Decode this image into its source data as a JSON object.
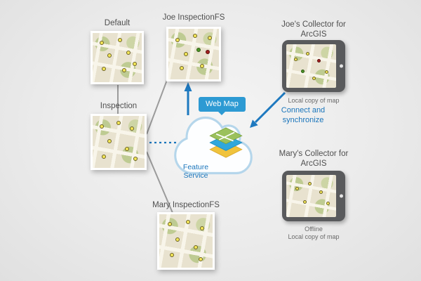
{
  "nodes": {
    "default": {
      "label": "Default"
    },
    "joe_fs": {
      "label": "Joe InspectionFS"
    },
    "inspection": {
      "label": "Inspection"
    },
    "mary_fs": {
      "label": "Mary InspectionFS"
    }
  },
  "cloud": {
    "badge_label": "Web Map",
    "service_label": "Feature Service"
  },
  "devices": {
    "joe": {
      "title": "Joe's Collector for ArcGIS",
      "caption": "Local copy of map"
    },
    "mary": {
      "title": "Mary's Collector for ArcGIS",
      "status": "Offline",
      "caption": "Local copy of map"
    }
  },
  "annotations": {
    "connect_sync": "Connect and synchronize"
  },
  "colors": {
    "accent_blue": "#1a75bb",
    "badge_blue": "#2d9ad3",
    "connector_gray": "#9b9b9b",
    "map_beige": "#e8e2cf",
    "cloud_outline": "#b5d6eb"
  },
  "map_markers": {
    "default": [
      {
        "x": 14,
        "y": 16,
        "c": "yellow"
      },
      {
        "x": 52,
        "y": 10,
        "c": "yellow"
      },
      {
        "x": 30,
        "y": 42,
        "c": "yellow"
      },
      {
        "x": 68,
        "y": 36,
        "c": "yellow"
      },
      {
        "x": 18,
        "y": 68,
        "c": "yellow"
      },
      {
        "x": 60,
        "y": 72,
        "c": "yellow"
      },
      {
        "x": 82,
        "y": 58,
        "c": "yellow"
      }
    ],
    "joe_fs": [
      {
        "x": 14,
        "y": 18,
        "c": "yellow"
      },
      {
        "x": 48,
        "y": 10,
        "c": "yellow"
      },
      {
        "x": 78,
        "y": 14,
        "c": "yellow"
      },
      {
        "x": 30,
        "y": 46,
        "c": "yellow"
      },
      {
        "x": 55,
        "y": 38,
        "c": "green"
      },
      {
        "x": 74,
        "y": 42,
        "c": "red"
      },
      {
        "x": 22,
        "y": 74,
        "c": "yellow"
      },
      {
        "x": 62,
        "y": 70,
        "c": "yellow"
      }
    ],
    "inspection": [
      {
        "x": 14,
        "y": 16,
        "c": "yellow"
      },
      {
        "x": 46,
        "y": 10,
        "c": "yellow"
      },
      {
        "x": 72,
        "y": 20,
        "c": "yellow"
      },
      {
        "x": 28,
        "y": 44,
        "c": "yellow"
      },
      {
        "x": 62,
        "y": 60,
        "c": "yellow"
      },
      {
        "x": 18,
        "y": 74,
        "c": "yellow"
      },
      {
        "x": 78,
        "y": 78,
        "c": "yellow"
      }
    ],
    "mary_fs": [
      {
        "x": 16,
        "y": 14,
        "c": "yellow"
      },
      {
        "x": 50,
        "y": 10,
        "c": "yellow"
      },
      {
        "x": 76,
        "y": 22,
        "c": "yellow"
      },
      {
        "x": 30,
        "y": 44,
        "c": "yellow"
      },
      {
        "x": 64,
        "y": 58,
        "c": "yellow"
      },
      {
        "x": 20,
        "y": 72,
        "c": "yellow"
      },
      {
        "x": 74,
        "y": 80,
        "c": "yellow"
      }
    ],
    "joe_device": [
      {
        "x": 16,
        "y": 30,
        "c": "yellow"
      },
      {
        "x": 40,
        "y": 18,
        "c": "yellow"
      },
      {
        "x": 30,
        "y": 58,
        "c": "green"
      },
      {
        "x": 62,
        "y": 34,
        "c": "red"
      },
      {
        "x": 78,
        "y": 60,
        "c": "yellow"
      },
      {
        "x": 52,
        "y": 74,
        "c": "yellow"
      }
    ],
    "mary_device": [
      {
        "x": 18,
        "y": 28,
        "c": "yellow"
      },
      {
        "x": 44,
        "y": 16,
        "c": "yellow"
      },
      {
        "x": 34,
        "y": 60,
        "c": "yellow"
      },
      {
        "x": 66,
        "y": 36,
        "c": "yellow"
      },
      {
        "x": 80,
        "y": 64,
        "c": "yellow"
      }
    ]
  }
}
